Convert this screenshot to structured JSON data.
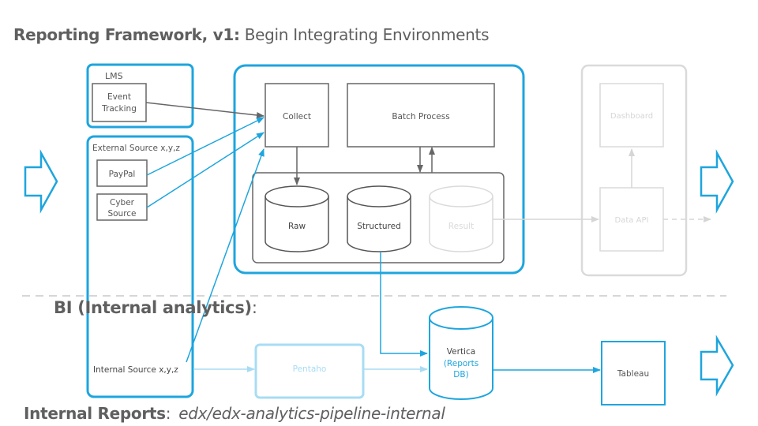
{
  "title": {
    "bold": "Reporting Framework, v1:",
    "regular": " Begin Integrating Environments"
  },
  "bi_section": {
    "label": "BI (Internal analytics)",
    "colon": ":"
  },
  "internal_reports": {
    "label": "Internal Reports",
    "colon": ":",
    "repo": "edx/edx-analytics-pipeline-internal"
  },
  "colors": {
    "accent_blue": "#1ea5de",
    "light_blue": "#a8dcf4",
    "dark_gray": "#666666",
    "light_gray": "#d6d6d6",
    "text_gray": "#5f5f5f"
  },
  "sources": {
    "lms": {
      "label": "LMS",
      "event_tracking": [
        "Event",
        "Tracking"
      ]
    },
    "external": {
      "label": "External Source x,y,z",
      "paypal": "PayPal",
      "cybersource": [
        "Cyber",
        "Source"
      ]
    },
    "internal": {
      "label": "Internal Source x,y,z"
    }
  },
  "pipeline": {
    "collect": "Collect",
    "batch_process": "Batch Process",
    "raw": "Raw",
    "structured": "Structured",
    "result": "Result"
  },
  "outputs": {
    "dashboard": "Dashboard",
    "data_api": "Data API"
  },
  "bi": {
    "pentaho": "Pentaho",
    "vertica": "Vertica",
    "vertica_sub": [
      "(Reports",
      "DB)"
    ],
    "tableau": "Tableau"
  }
}
